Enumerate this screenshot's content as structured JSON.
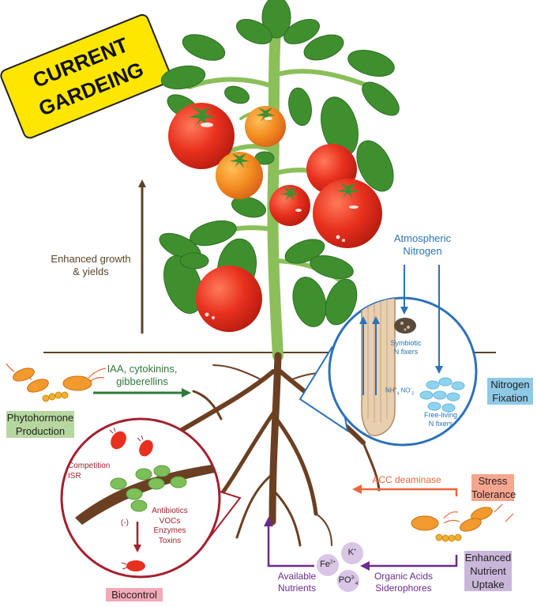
{
  "title_sign": {
    "line1": "CURRENT",
    "line2": "GARDEING"
  },
  "labels": {
    "enhanced_growth_1": "Enhanced growth",
    "enhanced_growth_2": "& yields",
    "iaa_1": "IAA, cytokinins,",
    "iaa_2": "gibberellins",
    "atmospheric_1": "Atmospheric",
    "atmospheric_2": "Nitrogen",
    "symbiotic_1": "Symbiotic",
    "symbiotic_2": "N fixers",
    "nh4": "NH",
    "no3": "NO",
    "free_living_1": "Free-living",
    "free_living_2": "N fixers",
    "competition": "Competition",
    "isr": "ISR",
    "minus": "(-)",
    "antibiotics": "Antibiotics",
    "vocs": "VOCs",
    "enzymes": "Enzymes",
    "toxins": "Toxins",
    "acc": "ACC deaminase",
    "organic_1": "Organic Acids",
    "organic_2": "Siderophores",
    "available_1": "Available",
    "available_2": "Nutrients",
    "fe": "Fe",
    "fe_sup": "2+",
    "k": "K",
    "k_sup": "+",
    "po": "PO",
    "po_sup": "3-",
    "po_sub": "4"
  },
  "badges": {
    "phyto_1": "Phytohormone",
    "phyto_2": "Production",
    "nitrogen_1": "Nitrogen",
    "nitrogen_2": "Fixation",
    "stress_1": "Stress",
    "stress_2": "Tolerance",
    "nutrient_1": "Enhanced",
    "nutrient_2": "Nutrient",
    "nutrient_3": "Uptake",
    "biocontrol": "Biocontrol"
  },
  "colors": {
    "sign_yellow": "#ffe600",
    "soil_line": "#5b4426",
    "root_brown": "#6b3f22",
    "stem_green": "#8bbf5a",
    "leaf_green": "#3f8f2f",
    "tomato_red": "#e8301e",
    "tomato_orange": "#f28a1e",
    "blue": "#2b72b8",
    "green_arrow": "#2f7a3a",
    "orange_arrow": "#e9673a",
    "purple_arrow": "#6a2b8e",
    "red_circle": "#a3202e",
    "badge_green": "#b6d7a0",
    "badge_blue": "#8ec9e6",
    "badge_salmon": "#f6a58e",
    "badge_lavender": "#c9b6d9",
    "badge_pink": "#f4a9b6"
  }
}
